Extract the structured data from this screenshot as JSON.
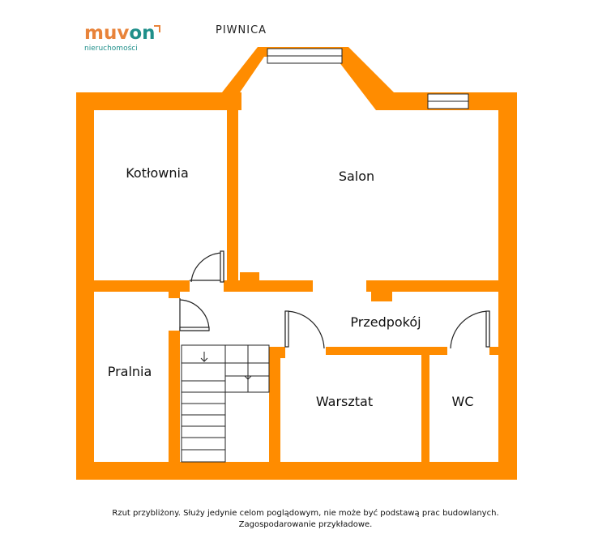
{
  "logo": {
    "brand_main": "muv",
    "brand_accent": "on",
    "subtitle": "nieruchomości"
  },
  "floor_title": "PIWNICA",
  "rooms": {
    "kotlownia": "Kotłownia",
    "salon": "Salon",
    "pralnia": "Pralnia",
    "przedpokoj": "Przedpokój",
    "warsztat": "Warsztat",
    "wc": "WC"
  },
  "disclaimer": {
    "line1": "Rzut przybliżony. Służy jedynie celom poglądowym, nie może być podstawą prac budowlanych.",
    "line2": "Zagospodarowanie przykładowe."
  },
  "colors": {
    "wall": "#ff8c00",
    "brand_orange": "#e8833a",
    "brand_teal": "#1f8f8a"
  }
}
